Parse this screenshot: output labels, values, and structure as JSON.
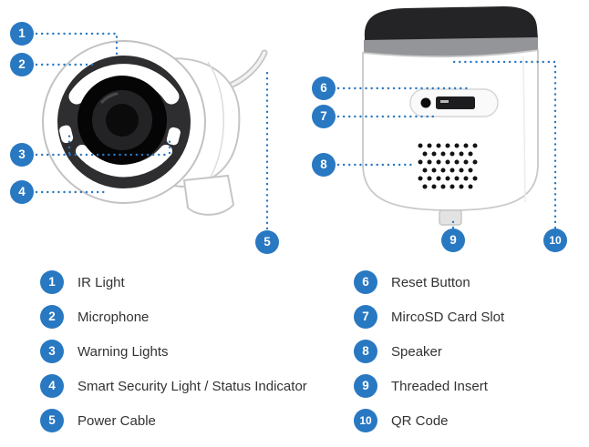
{
  "colors": {
    "accent": "#2878c2",
    "text": "#333333"
  },
  "callouts": [
    "1",
    "2",
    "3",
    "4",
    "5",
    "6",
    "7",
    "8",
    "9",
    "10"
  ],
  "legend": {
    "left": [
      {
        "num": "1",
        "label": "IR Light"
      },
      {
        "num": "2",
        "label": "Microphone"
      },
      {
        "num": "3",
        "label": "Warning Lights"
      },
      {
        "num": "4",
        "label": "Smart Security Light / Status Indicator"
      },
      {
        "num": "5",
        "label": "Power Cable"
      }
    ],
    "right": [
      {
        "num": "6",
        "label": "Reset Button"
      },
      {
        "num": "7",
        "label": "MircoSD Card Slot"
      },
      {
        "num": "8",
        "label": "Speaker"
      },
      {
        "num": "9",
        "label": "Threaded Insert"
      },
      {
        "num": "10",
        "label": "QR Code"
      }
    ]
  }
}
